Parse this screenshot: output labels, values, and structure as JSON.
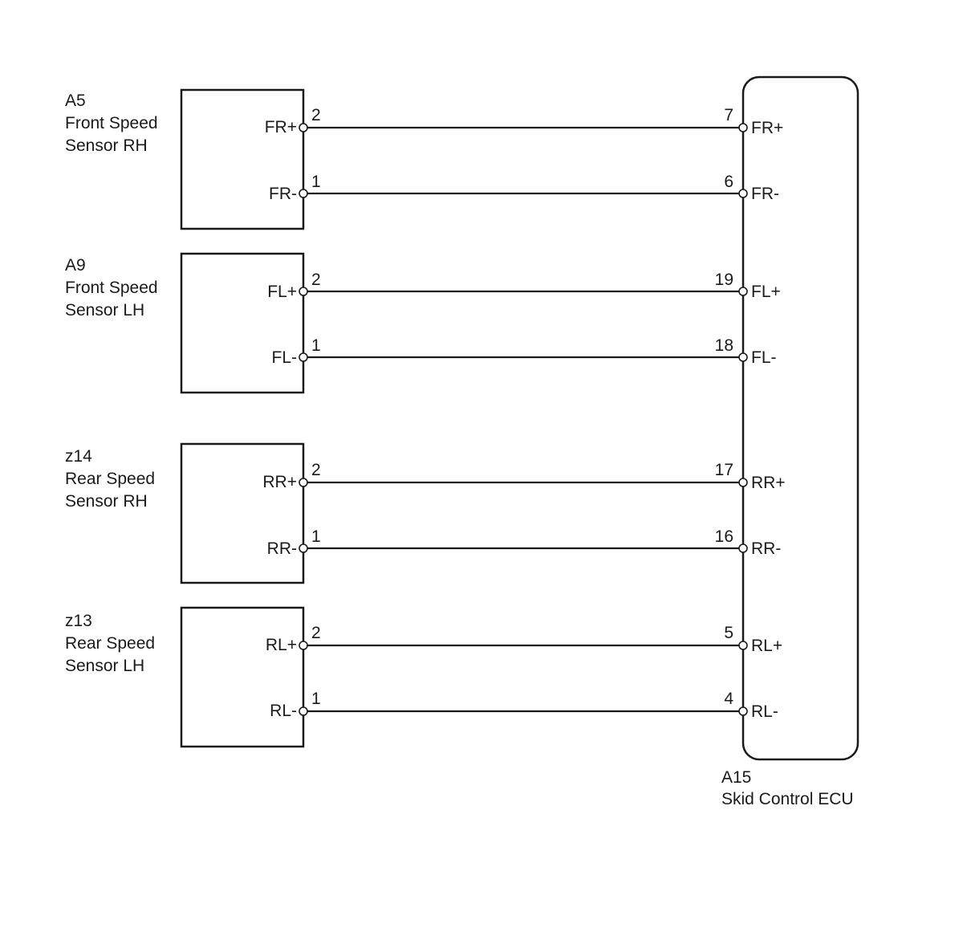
{
  "sensors": [
    {
      "code": "A5",
      "name_line1": "Front Speed",
      "name_line2": "Sensor RH",
      "pins": [
        {
          "pin": "2",
          "signal": "FR+"
        },
        {
          "pin": "1",
          "signal": "FR-"
        }
      ]
    },
    {
      "code": "A9",
      "name_line1": "Front Speed",
      "name_line2": "Sensor LH",
      "pins": [
        {
          "pin": "2",
          "signal": "FL+"
        },
        {
          "pin": "1",
          "signal": "FL-"
        }
      ]
    },
    {
      "code": "z14",
      "name_line1": "Rear Speed",
      "name_line2": "Sensor RH",
      "pins": [
        {
          "pin": "2",
          "signal": "RR+"
        },
        {
          "pin": "1",
          "signal": "RR-"
        }
      ]
    },
    {
      "code": "z13",
      "name_line1": "Rear Speed",
      "name_line2": "Sensor LH",
      "pins": [
        {
          "pin": "2",
          "signal": "RL+"
        },
        {
          "pin": "1",
          "signal": "RL-"
        }
      ]
    }
  ],
  "ecu": {
    "code": "A15",
    "name": "Skid Control ECU",
    "pins": [
      {
        "pin": "7",
        "signal": "FR+"
      },
      {
        "pin": "6",
        "signal": "FR-"
      },
      {
        "pin": "19",
        "signal": "FL+"
      },
      {
        "pin": "18",
        "signal": "FL-"
      },
      {
        "pin": "17",
        "signal": "RR+"
      },
      {
        "pin": "16",
        "signal": "RR-"
      },
      {
        "pin": "5",
        "signal": "RL+"
      },
      {
        "pin": "4",
        "signal": "RL-"
      }
    ]
  }
}
